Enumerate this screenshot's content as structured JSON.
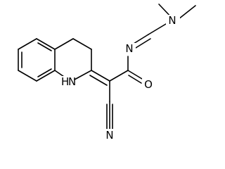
{
  "molecule": {
    "atoms": {
      "nme2": "N",
      "n_imine": "N",
      "o": "O",
      "nh": "H",
      "nh_n": "N",
      "n_nitrile": "N"
    }
  }
}
